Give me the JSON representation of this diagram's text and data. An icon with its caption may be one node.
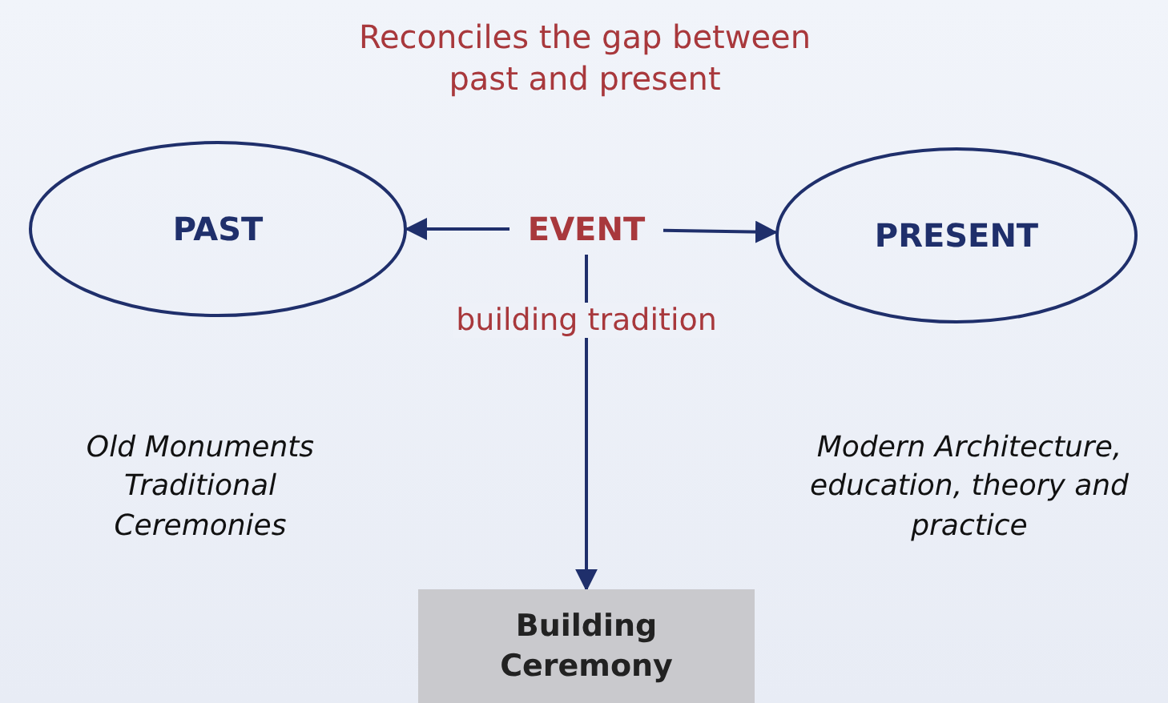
{
  "diagram": {
    "title": "Reconciles the gap between past and present",
    "nodes": [
      {
        "text": [
          "PAST"
        ]
      },
      {
        "text": [
          "EVENT"
        ]
      },
      {
        "text": [
          "PRESENT"
        ]
      },
      {
        "text": [
          "Building Ceremony"
        ]
      }
    ],
    "labels": [
      "Old Monuments Traditional Ceremonies",
      "Modern Architecture, education, theory and practice"
    ],
    "edges": [
      {
        "from": 1,
        "to": 0,
        "arrow": "to"
      },
      {
        "from": 1,
        "to": 2,
        "arrow": "to"
      },
      {
        "from": 1,
        "to": 3,
        "arrow": "to",
        "label": "building tradition"
      }
    ]
  }
}
